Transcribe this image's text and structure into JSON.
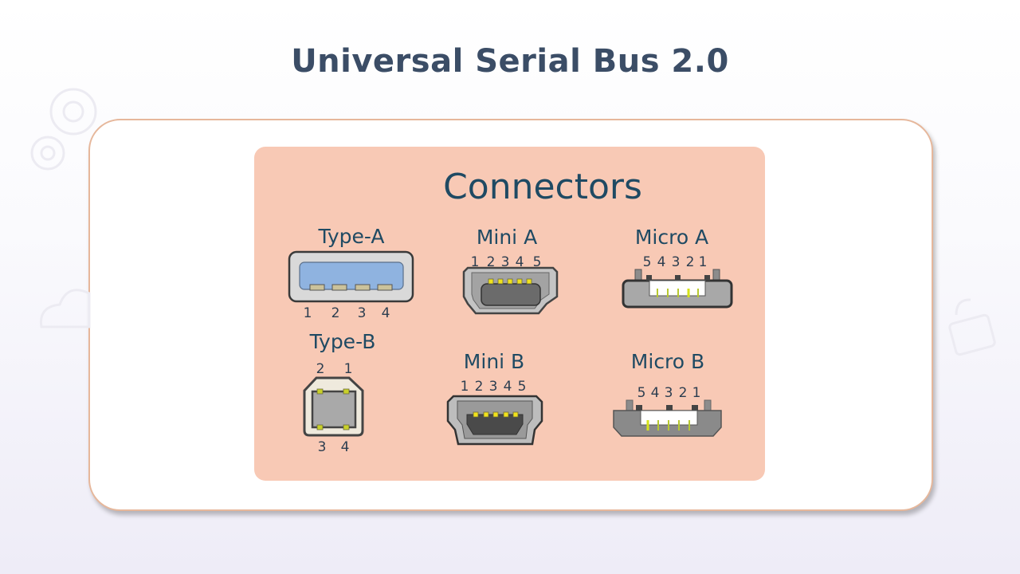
{
  "title": "Universal Serial Bus 2.0",
  "panel_heading": "Connectors",
  "connectors": {
    "type_a": {
      "name": "Type-A",
      "pins": [
        "1",
        "2",
        "3",
        "4"
      ]
    },
    "mini_a": {
      "name": "Mini A",
      "pins": [
        "1",
        "2",
        "3",
        "4",
        "5"
      ]
    },
    "micro_a": {
      "name": "Micro A",
      "pins": [
        "5",
        "4",
        "3",
        "2",
        "1"
      ]
    },
    "type_b": {
      "name": "Type-B",
      "pins_top": [
        "2",
        "1"
      ],
      "pins_bottom": [
        "3",
        "4"
      ]
    },
    "mini_b": {
      "name": "Mini B",
      "pins": [
        "1",
        "2",
        "3",
        "4",
        "5"
      ]
    },
    "micro_b": {
      "name": "Micro B",
      "pins": [
        "5",
        "4",
        "3",
        "2",
        "1"
      ]
    }
  },
  "colors": {
    "title": "#3b4d66",
    "panel": "#f8c9b5",
    "card_border": "#e6b79b",
    "label": "#1f4a63"
  }
}
